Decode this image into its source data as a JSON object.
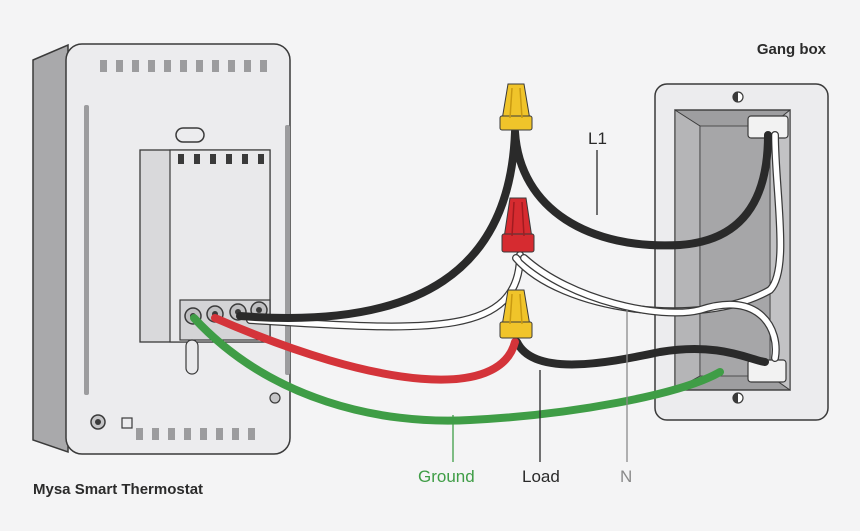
{
  "labels": {
    "thermostat": "Mysa Smart Thermostat",
    "gang_box": "Gang box",
    "l1": "L1",
    "ground": "Ground",
    "load": "Load",
    "neutral": "N"
  },
  "colors": {
    "background": "#f4f4f5",
    "black_wire": "#2a2a2a",
    "white_wire": "#ffffff",
    "red_wire": "#d4343a",
    "green_wire": "#3f9d46",
    "yellow_connector": "#f0c42a",
    "red_connector": "#d62b30",
    "device_light": "#ececee",
    "device_dark": "#a9a9ab",
    "ground_label": "#3f9d46",
    "neutral_label": "#8a8a8a"
  },
  "icons": {
    "wire_nut": "wire-nut-icon",
    "screw": "screw-icon",
    "terminal": "terminal-icon"
  }
}
